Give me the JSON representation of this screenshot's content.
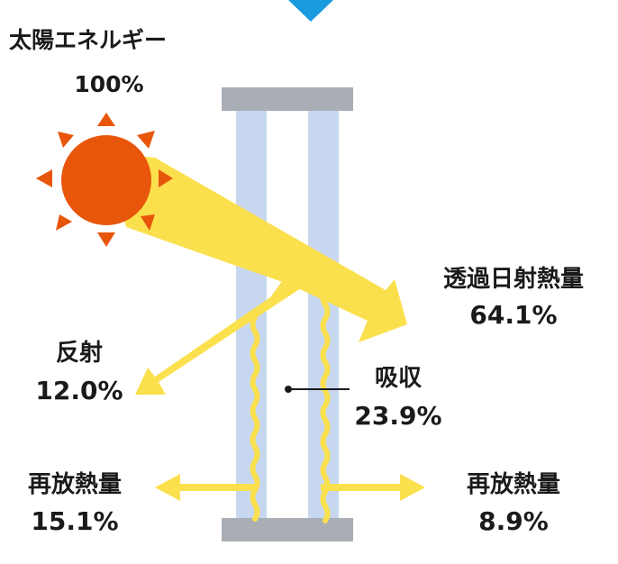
{
  "diagram": {
    "sun": {
      "title": "太陽エネルギー",
      "value": "100%"
    },
    "transmitted": {
      "title": "透過日射熱量",
      "value": "64.1%"
    },
    "reflected": {
      "title": "反射",
      "value": "12.0%"
    },
    "absorbed": {
      "title": "吸収",
      "value": "23.9%"
    },
    "reradiated_inside": {
      "title": "再放熱量",
      "value": "15.1%"
    },
    "reradiated_outside": {
      "title": "再放熱量",
      "value": "8.9%"
    }
  },
  "colors": {
    "sun": "#e8560b",
    "sun_rays": "#e8560b",
    "beam": "#fbe04e",
    "glass": "#c6d7ef",
    "frame": "#a8aeb3",
    "pointer": "#1a9be0",
    "text": "#1a1a1a"
  },
  "icons": {
    "sun": "sun-icon",
    "pointer": "down-triangle-icon"
  }
}
